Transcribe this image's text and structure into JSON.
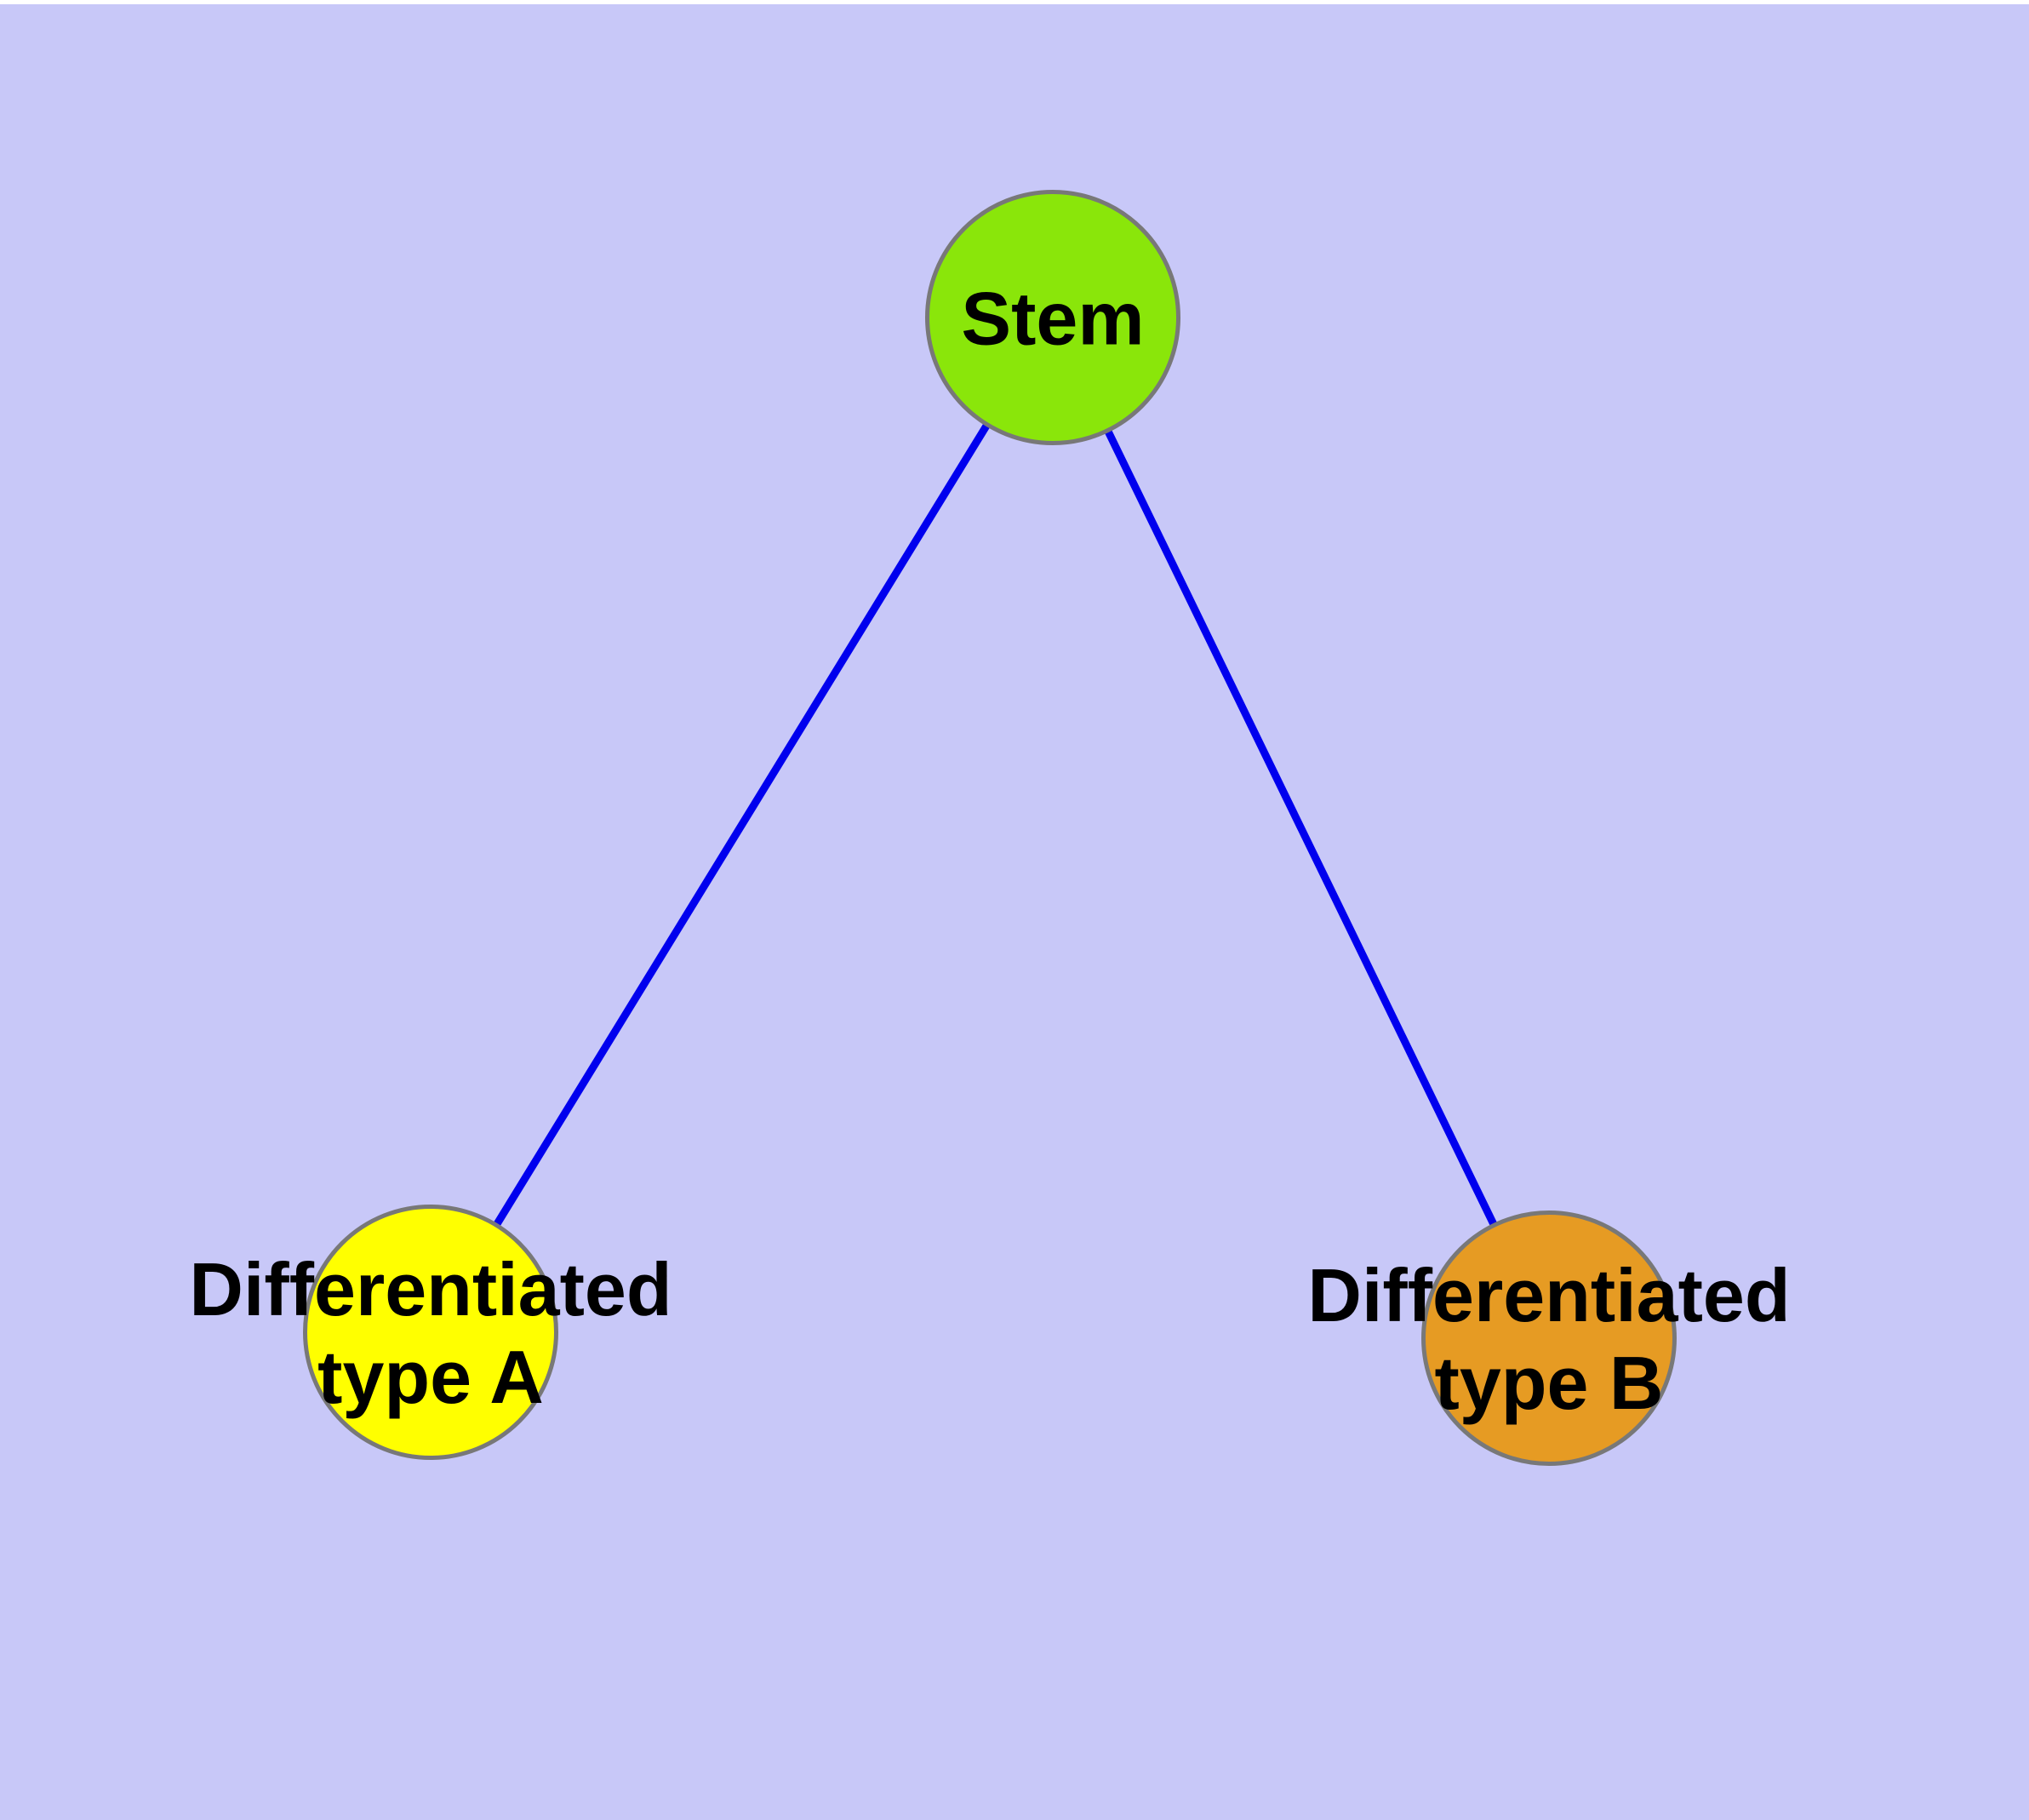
{
  "diagram": {
    "type": "graph",
    "nodes": [
      {
        "id": "stem",
        "label": "Stem",
        "fill_color": "#8AE60A"
      },
      {
        "id": "differentiated-type-a",
        "label": "Differentiated\ntype A",
        "fill_color": "#FFFF00"
      },
      {
        "id": "differentiated-type-b",
        "label": "Differentiated\ntype B",
        "fill_color": "#E69B23"
      }
    ],
    "edges": [
      {
        "from": "Stem",
        "to": "Differentiated type A"
      },
      {
        "from": "Stem",
        "to": "Differentiated type B"
      }
    ],
    "colors": {
      "background": "#C8C8F8",
      "edge": "#0000EE",
      "node_border": "#787878",
      "label_text": "#000000"
    }
  }
}
